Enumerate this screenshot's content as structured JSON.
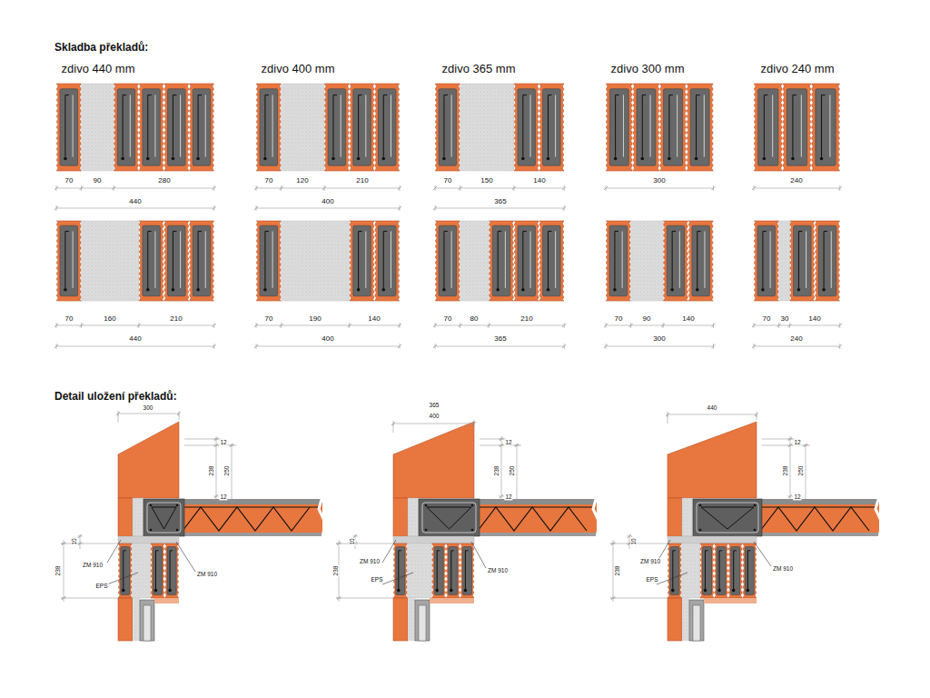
{
  "diagram": {
    "title": "Skladba překladů:",
    "labels": [
      "zdivo 440 mm",
      "zdivo 400 mm",
      "zdivo 365 mm",
      "zdivo 300 mm",
      "zdivo 240 mm",
      "70",
      "90",
      "280",
      "440",
      "70",
      "120",
      "210",
      "400",
      "70",
      "150",
      "140",
      "365",
      "300",
      "240",
      "70",
      "160",
      "210",
      "440",
      "70",
      "190",
      "140",
      "400",
      "70",
      "80",
      "210",
      "365",
      "70",
      "90",
      "140",
      "300",
      "70",
      "30",
      "140",
      "240",
      "Detail uložení překladů:",
      "300",
      "12",
      "238",
      "250",
      "12",
      "10",
      "ZM 910",
      "238",
      "EPS",
      "ZM 910",
      "365",
      "400",
      "12",
      "238",
      "250",
      "12",
      "10",
      "ZM 910",
      "238",
      "EPS",
      "ZM 910",
      "440",
      "12",
      "238",
      "250",
      "12",
      "10",
      "ZM 910",
      "238",
      "EPS",
      "ZM 910"
    ]
  }
}
